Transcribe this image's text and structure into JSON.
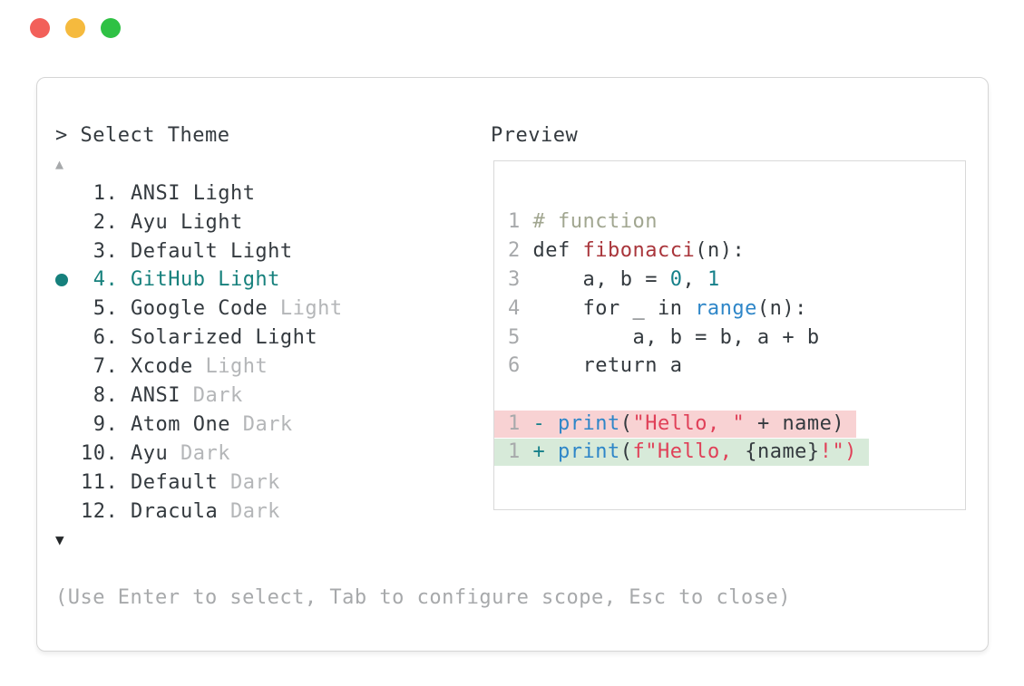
{
  "colors": {
    "accent": "#16807c",
    "traffic_red": "#f2605a",
    "traffic_yellow": "#f5ba3e",
    "traffic_green": "#2fc144",
    "text_dark": "#343a3f",
    "text_dim": "#b4b6b8",
    "text_muted": "#a7a9ab"
  },
  "picker": {
    "prompt": "> ",
    "title": "Select Theme",
    "scroll_up_glyph": "▲",
    "scroll_down_glyph": "▼",
    "help": "(Use Enter to select, Tab to configure scope, Esc to close)",
    "items": [
      {
        "number": "1",
        "label": "ANSI Light",
        "dim": ""
      },
      {
        "number": "2",
        "label": "Ayu Light",
        "dim": ""
      },
      {
        "number": "3",
        "label": "Default Light",
        "dim": ""
      },
      {
        "number": "4",
        "label": "GitHub Light",
        "dim": "",
        "selected": true
      },
      {
        "number": "5",
        "label": "Google Code",
        "dim": "Light"
      },
      {
        "number": "6",
        "label": "Solarized Light",
        "dim": ""
      },
      {
        "number": "7",
        "label": "Xcode",
        "dim": "Light"
      },
      {
        "number": "8",
        "label": "ANSI",
        "dim": "Dark"
      },
      {
        "number": "9",
        "label": "Atom One",
        "dim": "Dark"
      },
      {
        "number": "10",
        "label": "Ayu",
        "dim": "Dark"
      },
      {
        "number": "11",
        "label": "Default",
        "dim": "Dark"
      },
      {
        "number": "12",
        "label": "Dracula",
        "dim": "Dark"
      }
    ]
  },
  "preview": {
    "title": "Preview",
    "token_colors": {
      "ln": "#a7a9ab",
      "text": "#343a3f",
      "comment": "#a1a690",
      "func": "#a9353b",
      "number": "#16808a",
      "builtin": "#2e86c8",
      "string": "#e04058",
      "sign": "#16808a"
    },
    "diff_colors": {
      "removed": "#f8d2d3",
      "added": "#d7ead9"
    },
    "code_lines": [
      {
        "tokens": [
          {
            "t": "1 ",
            "c": "ln"
          },
          {
            "t": "# function",
            "c": "comment"
          }
        ]
      },
      {
        "tokens": [
          {
            "t": "2 ",
            "c": "ln"
          },
          {
            "t": "def ",
            "c": "text"
          },
          {
            "t": "fibonacci",
            "c": "func"
          },
          {
            "t": "(n):",
            "c": "text"
          }
        ]
      },
      {
        "tokens": [
          {
            "t": "3 ",
            "c": "ln"
          },
          {
            "t": "    a, b = ",
            "c": "text"
          },
          {
            "t": "0",
            "c": "number"
          },
          {
            "t": ", ",
            "c": "text"
          },
          {
            "t": "1",
            "c": "number"
          }
        ]
      },
      {
        "tokens": [
          {
            "t": "4 ",
            "c": "ln"
          },
          {
            "t": "    for _ in ",
            "c": "text"
          },
          {
            "t": "range",
            "c": "builtin"
          },
          {
            "t": "(n):",
            "c": "text"
          }
        ]
      },
      {
        "tokens": [
          {
            "t": "5 ",
            "c": "ln"
          },
          {
            "t": "        a, b = b, a + b",
            "c": "text"
          }
        ]
      },
      {
        "tokens": [
          {
            "t": "6 ",
            "c": "ln"
          },
          {
            "t": "    return a",
            "c": "text"
          }
        ]
      },
      {
        "tokens": []
      }
    ],
    "diff_lines": [
      {
        "bg": "removed",
        "tokens": [
          {
            "t": "1 ",
            "c": "ln"
          },
          {
            "t": "- ",
            "c": "sign"
          },
          {
            "t": "print",
            "c": "builtin"
          },
          {
            "t": "(",
            "c": "text"
          },
          {
            "t": "\"Hello, \"",
            "c": "string"
          },
          {
            "t": " + name)",
            "c": "text"
          }
        ]
      },
      {
        "bg": "added",
        "tokens": [
          {
            "t": "1 ",
            "c": "ln"
          },
          {
            "t": "+ ",
            "c": "sign"
          },
          {
            "t": "print",
            "c": "builtin"
          },
          {
            "t": "(",
            "c": "text"
          },
          {
            "t": "f\"Hello, ",
            "c": "string"
          },
          {
            "t": "{name}",
            "c": "text"
          },
          {
            "t": "!",
            "c": "string"
          },
          {
            "t": "\")",
            "c": "string"
          }
        ]
      }
    ]
  }
}
